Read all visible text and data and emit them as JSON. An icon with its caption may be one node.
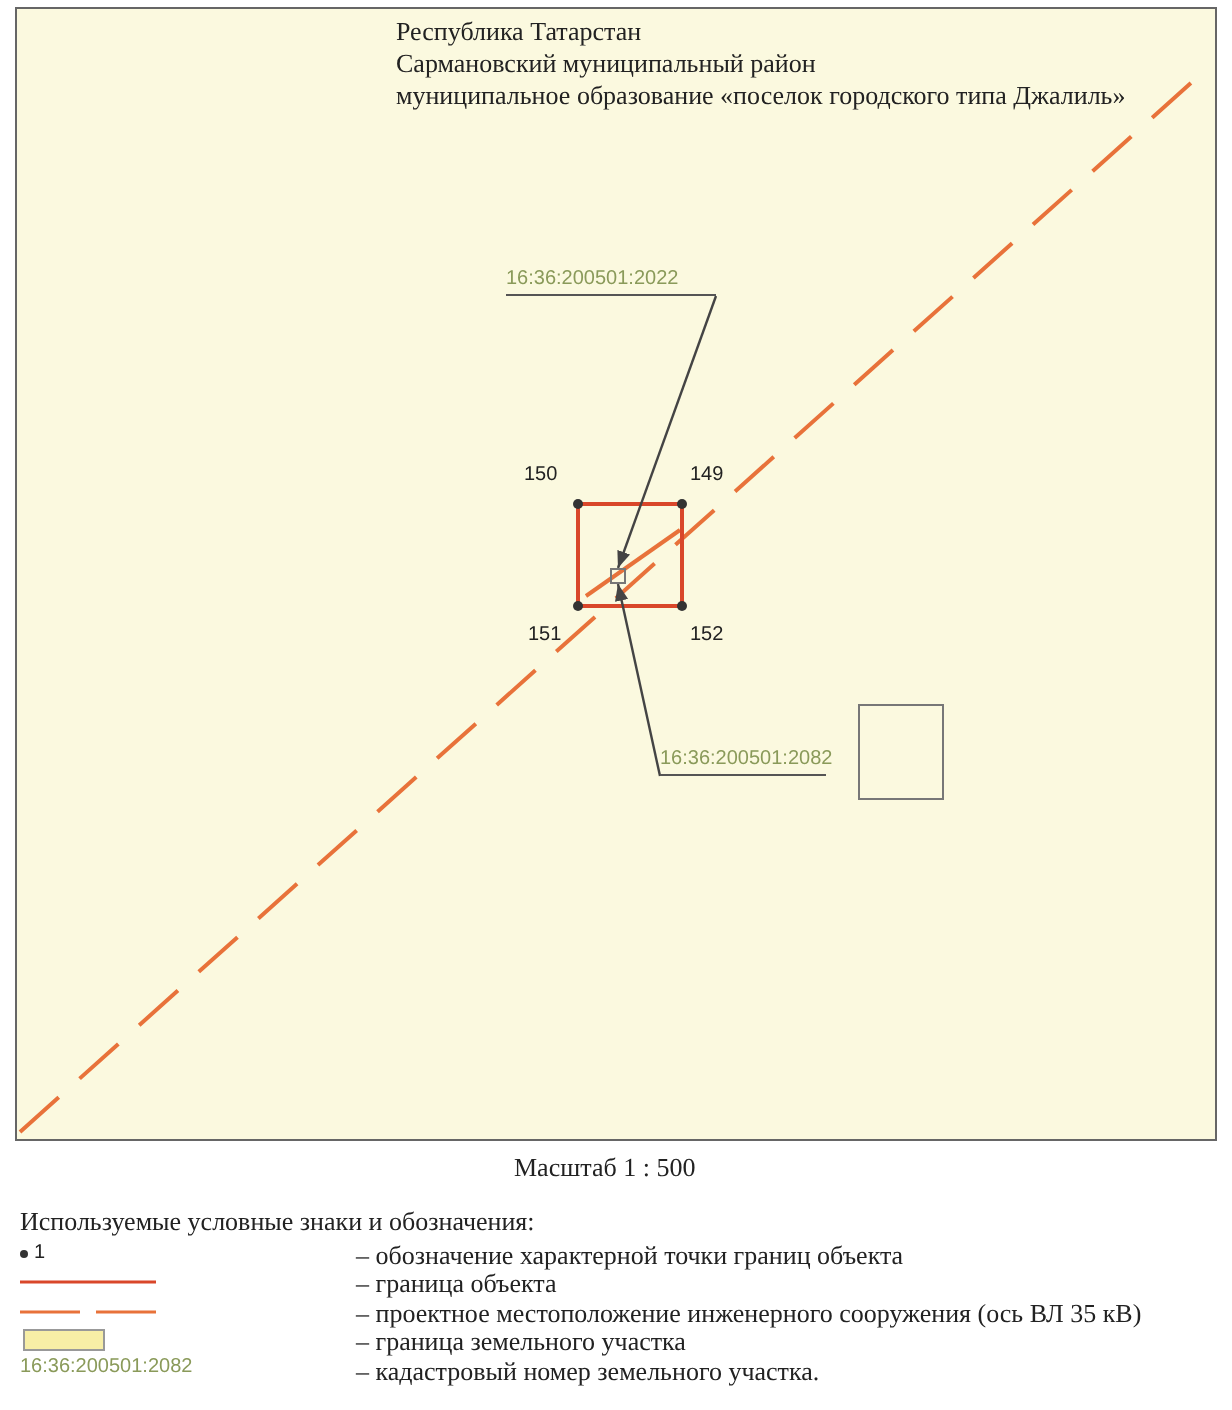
{
  "diagram": {
    "nodes": [
      {
        "text": [
          "16:36:200501:2022"
        ]
      },
      {
        "text": [
          "16:36:200501:2082"
        ]
      },
      {
        "text": [],
        "shape": "box"
      },
      {
        "text": [],
        "shape": "box"
      }
    ],
    "edges": [
      {
        "from": 0,
        "to": 2,
        "arrow": "to"
      },
      {
        "from": 1,
        "to": 2,
        "arrow": "to"
      }
    ],
    "labels": [
      "Республика Татарстан",
      "Сармановский муниципальный район",
      "муниципальное образование «поселок городского типа Джалиль»",
      "150",
      "149",
      "151",
      "152",
      "Масштаб 1 : 500",
      "Используемые условные знаки и обозначения:",
      "1",
      "16:36:200501:2082"
    ],
    "legend": [
      {
        "text": "– обозначение характерной точки границ объекта"
      },
      {
        "text": "– граница объекта"
      },
      {
        "text": "– проектное местоположение инженерного сооружения (ось ВЛ 35 кВ)"
      },
      {
        "text": "– граница земельного участка",
        "color": "#f7eea6"
      },
      {
        "text": "– кадастровый номер земельного участка."
      }
    ]
  }
}
